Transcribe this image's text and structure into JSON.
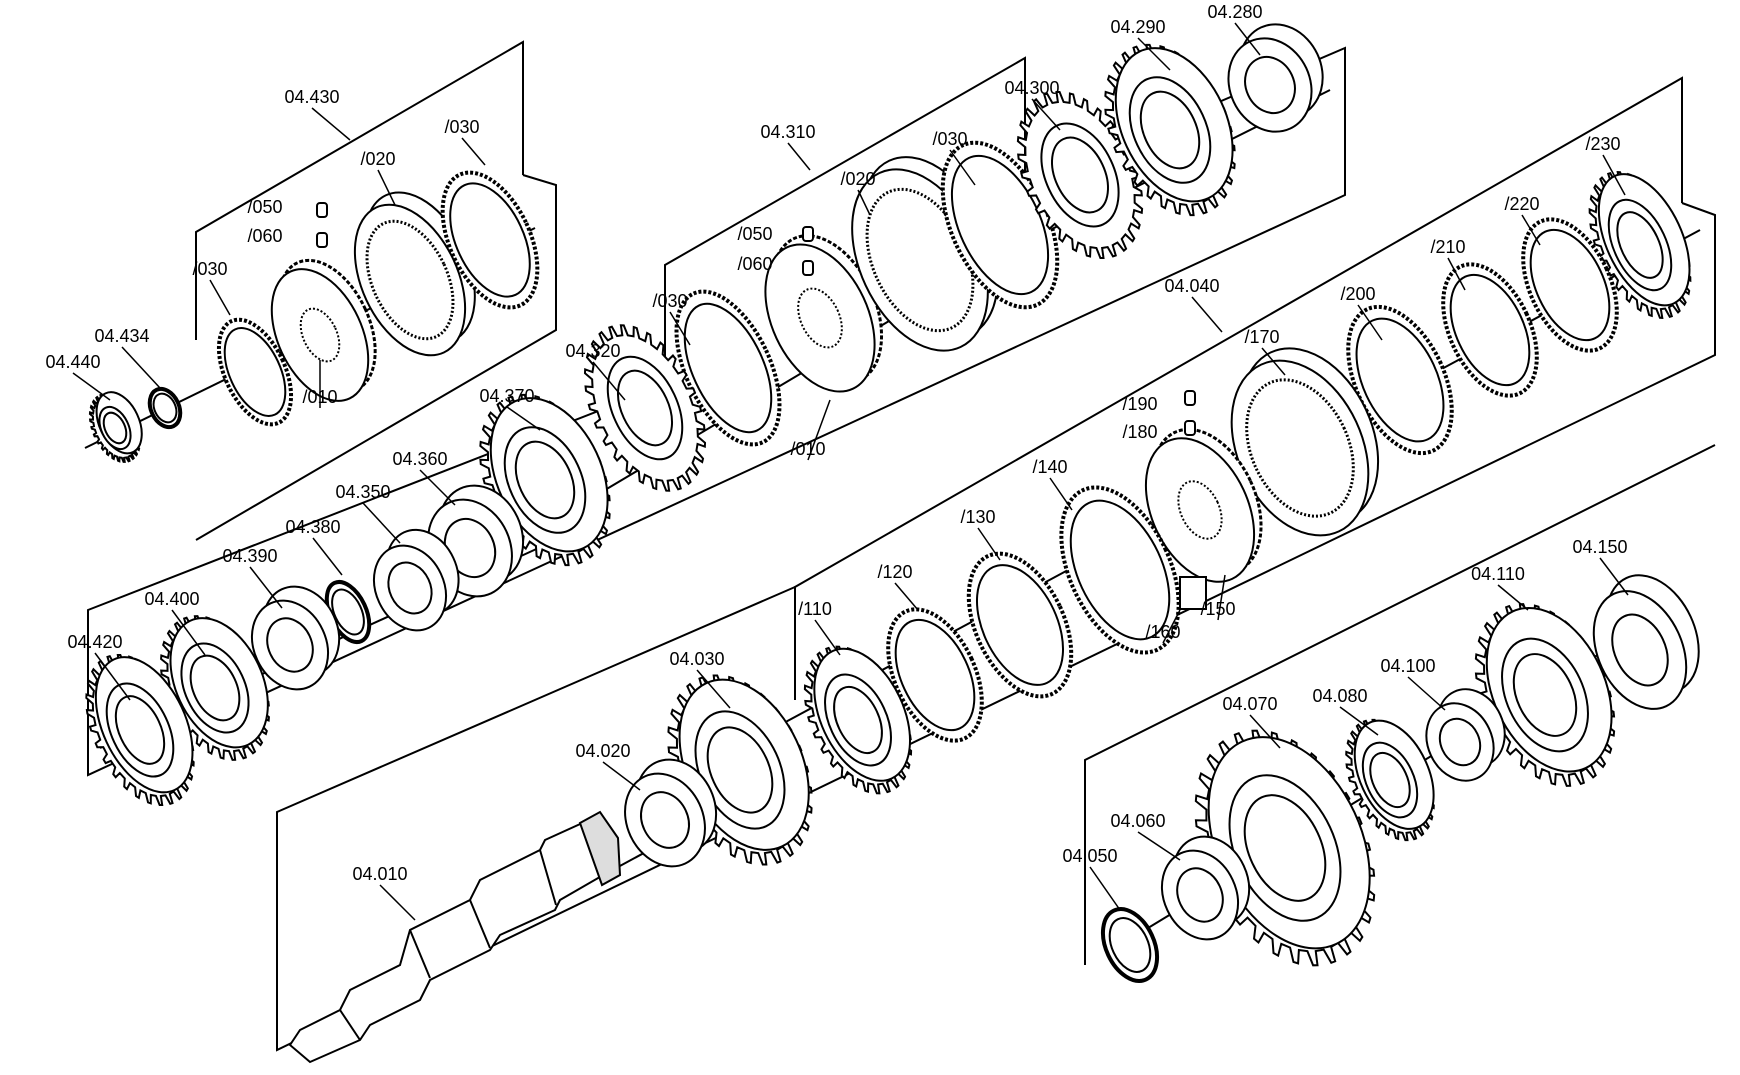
{
  "diagram": {
    "colors": {
      "ink": "#000000",
      "paper": "#ffffff",
      "shade": "#dddddd"
    },
    "groups": [
      {
        "label": "04.430"
      },
      {
        "label": "04.310"
      },
      {
        "label": "04.040"
      }
    ],
    "labels": [
      "04.430",
      "/030",
      "/020",
      "/050",
      "/060",
      "/030",
      "04.434",
      "04.440",
      "/010",
      "04.310",
      "/030",
      "/020",
      "/050",
      "/060",
      "/030",
      "04.320",
      "/010",
      "04.300",
      "04.290",
      "04.280",
      "04.370",
      "04.360",
      "04.350",
      "04.380",
      "04.390",
      "04.400",
      "04.420",
      "04.040",
      "/230",
      "/220",
      "/210",
      "/200",
      "/170",
      "/190",
      "/180",
      "/140",
      "/130",
      "/120",
      "/110",
      "/160",
      "/150",
      "04.030",
      "04.020",
      "04.010",
      "04.150",
      "04.110",
      "04.100",
      "04.080",
      "04.070",
      "04.060",
      "04.050"
    ]
  }
}
